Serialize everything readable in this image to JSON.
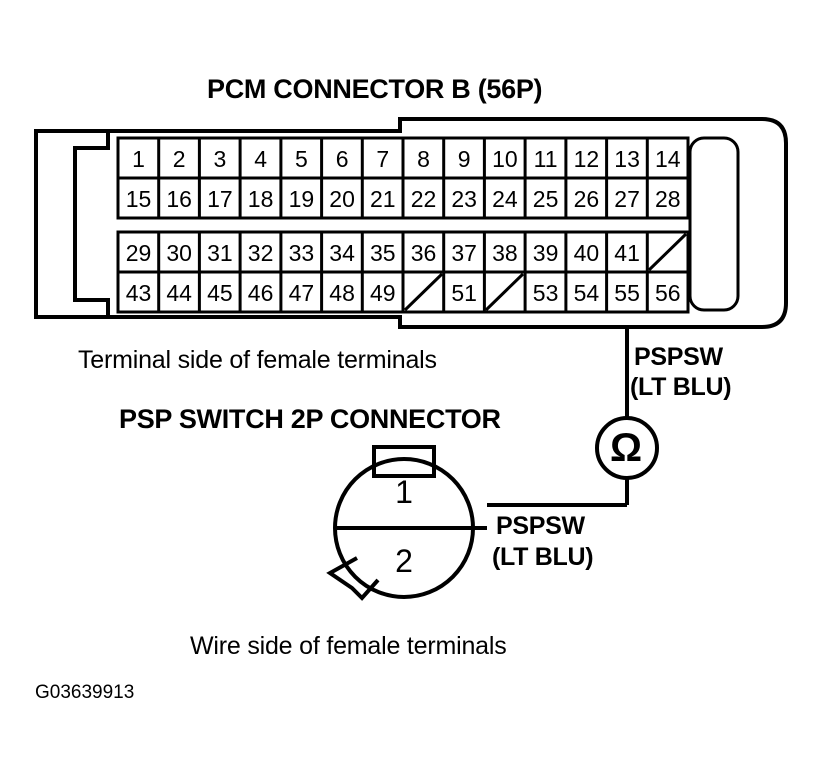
{
  "figure": {
    "id_label": "G03639913",
    "pcm_title": "PCM CONNECTOR B (56P)",
    "pcm_caption": "Terminal side of female terminals",
    "psp_title": "PSP SWITCH 2P CONNECTOR",
    "psp_caption": "Wire side of female terminals",
    "wire_label_top": "PSPSW",
    "wire_label_top_color": "(LT BLU)",
    "wire_label_bottom": "PSPSW",
    "wire_label_bottom_color": "(LT BLU)",
    "meter_symbol": "Ω"
  },
  "pcm_connector": {
    "pin_count_label": "56P",
    "rows": [
      [
        "1",
        "2",
        "3",
        "4",
        "5",
        "6",
        "7",
        "8",
        "9",
        "10",
        "11",
        "12",
        "13",
        "14"
      ],
      [
        "15",
        "16",
        "17",
        "18",
        "19",
        "20",
        "21",
        "22",
        "23",
        "24",
        "25",
        "26",
        "27",
        "28"
      ],
      [
        "29",
        "30",
        "31",
        "32",
        "33",
        "34",
        "35",
        "36",
        "37",
        "38",
        "39",
        "40",
        "41",
        ""
      ],
      [
        "43",
        "44",
        "45",
        "46",
        "47",
        "48",
        "49",
        "",
        "51",
        "",
        "53",
        "54",
        "55",
        "56"
      ]
    ],
    "blank_cells": [
      {
        "row": 2,
        "col": 13
      },
      {
        "row": 3,
        "col": 7
      },
      {
        "row": 3,
        "col": 9
      }
    ],
    "connected_pin": "55"
  },
  "psp_connector": {
    "terminals": [
      "1",
      "2"
    ]
  },
  "colors": {
    "line": "#000000",
    "background": "#ffffff"
  }
}
